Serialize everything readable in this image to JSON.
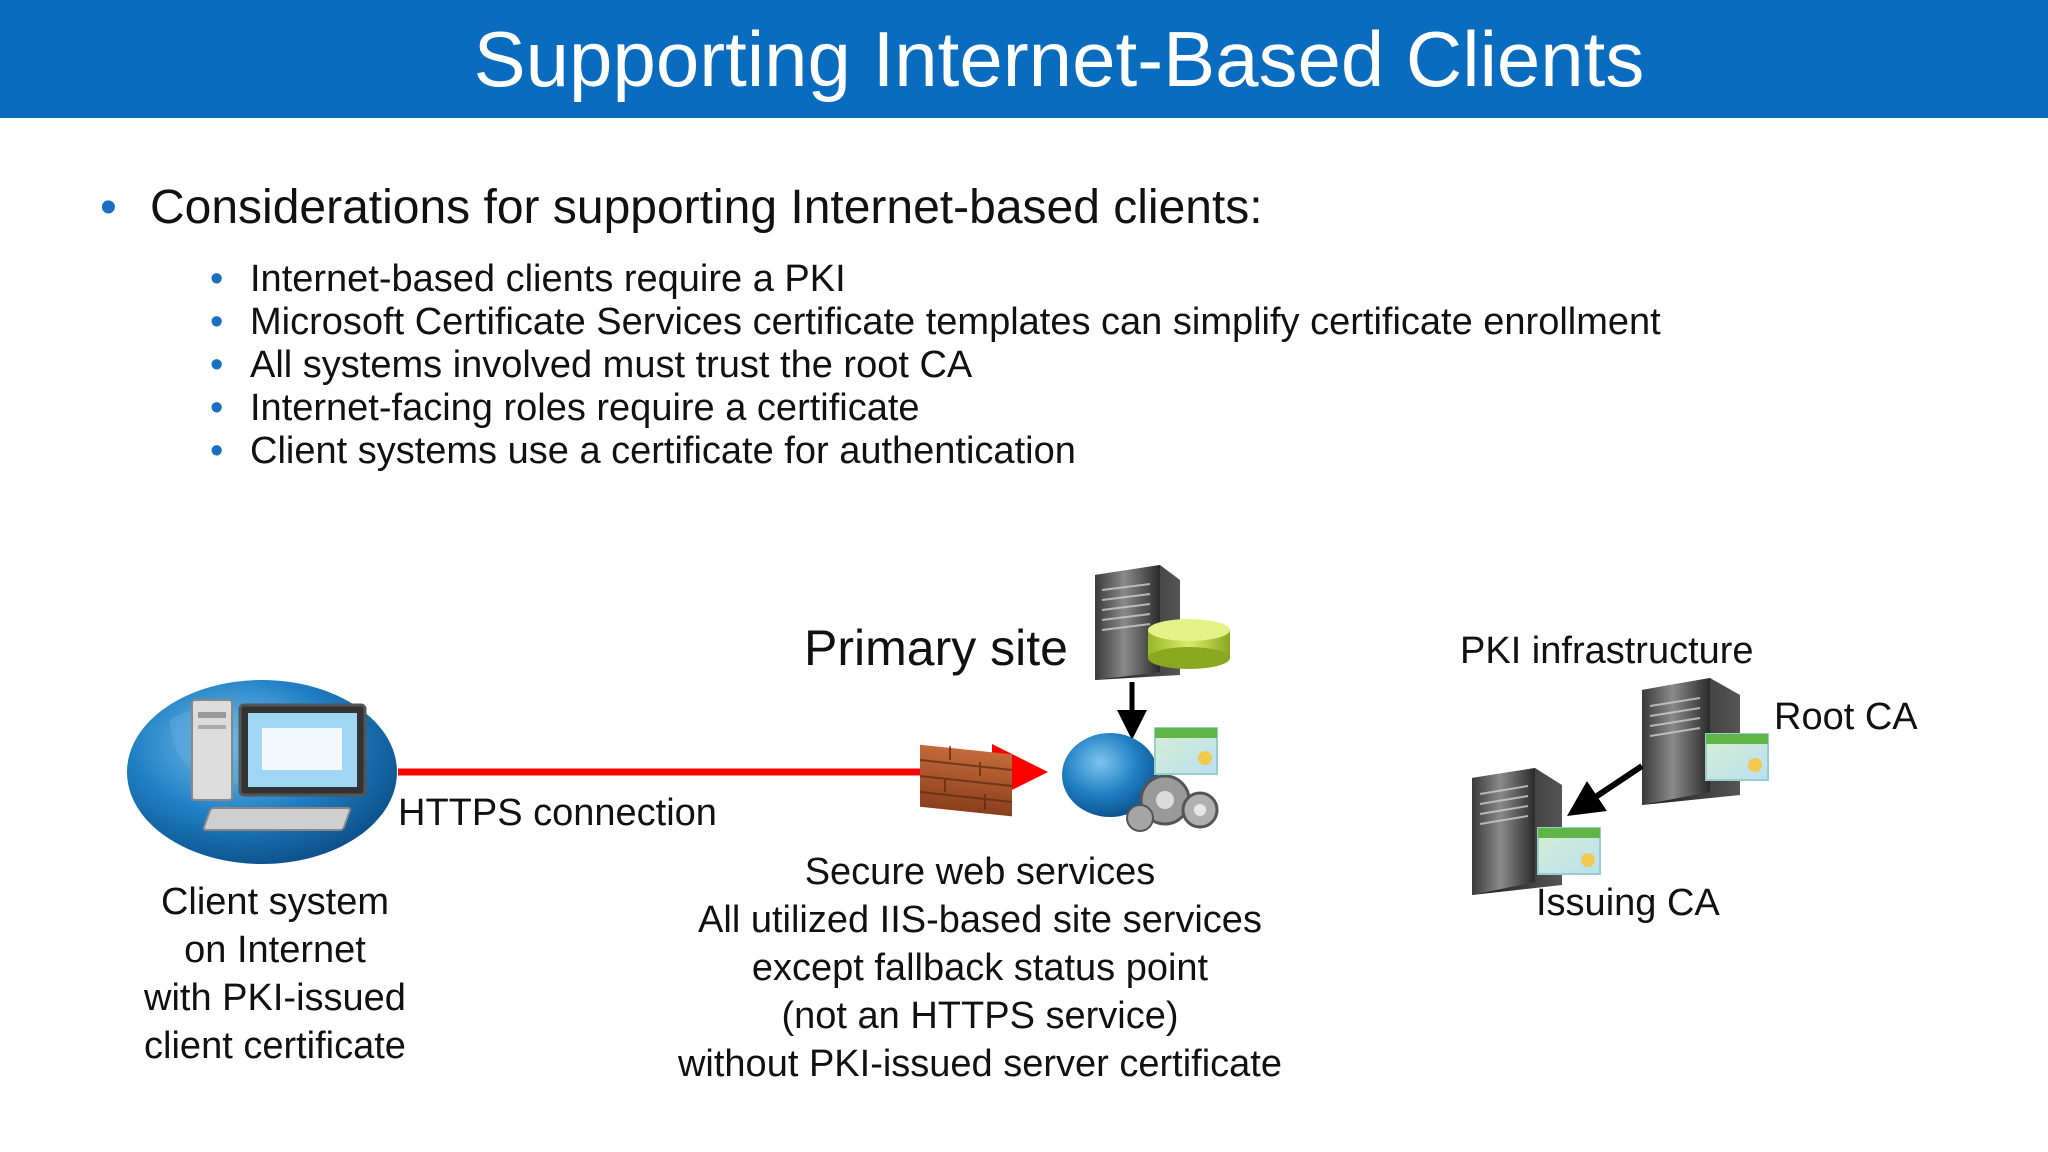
{
  "slide": {
    "title": "Supporting Internet-Based Clients",
    "main_bullet": "Considerations for supporting Internet-based clients:",
    "sub_bullets": [
      "Internet-based clients require a PKI",
      "Microsoft Certificate Services certificate templates can simplify certificate enrollment",
      "All systems involved must trust the root CA",
      "Internet-facing roles require a certificate",
      "Client systems use a certificate for authentication"
    ]
  },
  "diagram": {
    "primary_site_label": "Primary site",
    "https_label": "HTTPS connection",
    "client_caption": [
      "Client system",
      "on Internet",
      "with PKI-issued",
      "client certificate"
    ],
    "web_services_caption": [
      "Secure web services",
      "All utilized IIS-based site services",
      "except fallback status point",
      "(not an HTTPS service)",
      "without PKI-issued server certificate"
    ],
    "pki_label": "PKI infrastructure",
    "root_ca_label": "Root CA",
    "issuing_ca_label": "Issuing CA"
  },
  "colors": {
    "title_bar": "#0a6cbf",
    "bullet": "#1a6fc0",
    "https_arrow": "#ff0000"
  },
  "icons": [
    "bullet-dot",
    "client-computer-globe-icon",
    "firewall-icon",
    "server-icon",
    "database-icon",
    "globe-gears-icon",
    "certificate-icon"
  ]
}
